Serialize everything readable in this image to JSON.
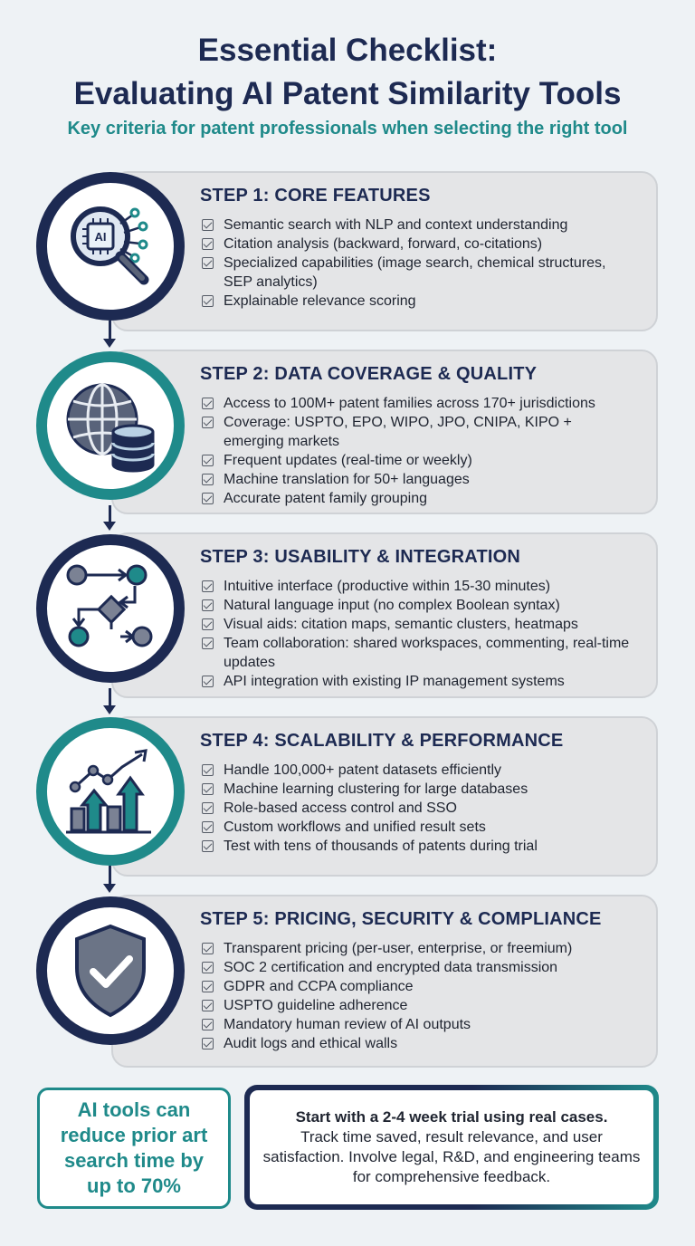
{
  "header": {
    "title_line1": "Essential Checklist:",
    "title_line2": "Evaluating AI Patent Similarity Tools",
    "subtitle": "Key criteria for patent professionals when selecting the right tool"
  },
  "colors": {
    "navy": "#1d2a52",
    "teal": "#1f8a8a",
    "card_bg": "#e4e5e7"
  },
  "steps": [
    {
      "heading": "STEP 1: CORE FEATURES",
      "icon": "ai-chip-magnifier-icon",
      "items": [
        "Semantic search with NLP and context understanding",
        "Citation analysis (backward, forward, co-citations)",
        "Specialized capabilities (image search, chemical structures, SEP analytics)",
        "Explainable relevance scoring"
      ]
    },
    {
      "heading": "STEP 2: DATA COVERAGE & QUALITY",
      "icon": "globe-database-icon",
      "items": [
        "Access to 100M+ patent families across 170+ jurisdictions",
        "Coverage: USPTO, EPO, WIPO, JPO, CNIPA, KIPO + emerging markets",
        "Frequent updates (real-time or weekly)",
        "Machine translation for 50+ languages",
        "Accurate patent family grouping"
      ]
    },
    {
      "heading": "STEP 3: USABILITY & INTEGRATION",
      "icon": "workflow-diagram-icon",
      "items": [
        "Intuitive interface (productive within 15-30 minutes)",
        "Natural language input (no complex Boolean syntax)",
        "Visual aids: citation maps, semantic clusters, heatmaps",
        "Team collaboration: shared workspaces, commenting, real-time updates",
        "API integration with existing IP management systems"
      ]
    },
    {
      "heading": "STEP 4: SCALABILITY & PERFORMANCE",
      "icon": "growth-chart-icon",
      "items": [
        "Handle 100,000+ patent datasets efficiently",
        "Machine learning clustering for large databases",
        "Role-based access control and SSO",
        "Custom workflows and unified result sets",
        "Test with tens of thousands of patents during trial"
      ]
    },
    {
      "heading": "STEP 5: PRICING, SECURITY & COMPLIANCE",
      "icon": "shield-check-icon",
      "items": [
        "Transparent pricing (per-user, enterprise, or freemium)",
        "SOC 2 certification and encrypted data transmission",
        "GDPR and CCPA compliance",
        "USPTO guideline adherence",
        "Mandatory human review of AI outputs",
        "Audit logs and ethical walls"
      ]
    }
  ],
  "footer": {
    "stat": "AI tools can reduce prior art search time by up to 70%",
    "advice_bold": "Start with a 2-4 week trial using real cases.",
    "advice_rest": "Track time saved, result relevance, and user satisfaction. Involve legal, R&D, and engineering teams for comprehensive feedback."
  }
}
